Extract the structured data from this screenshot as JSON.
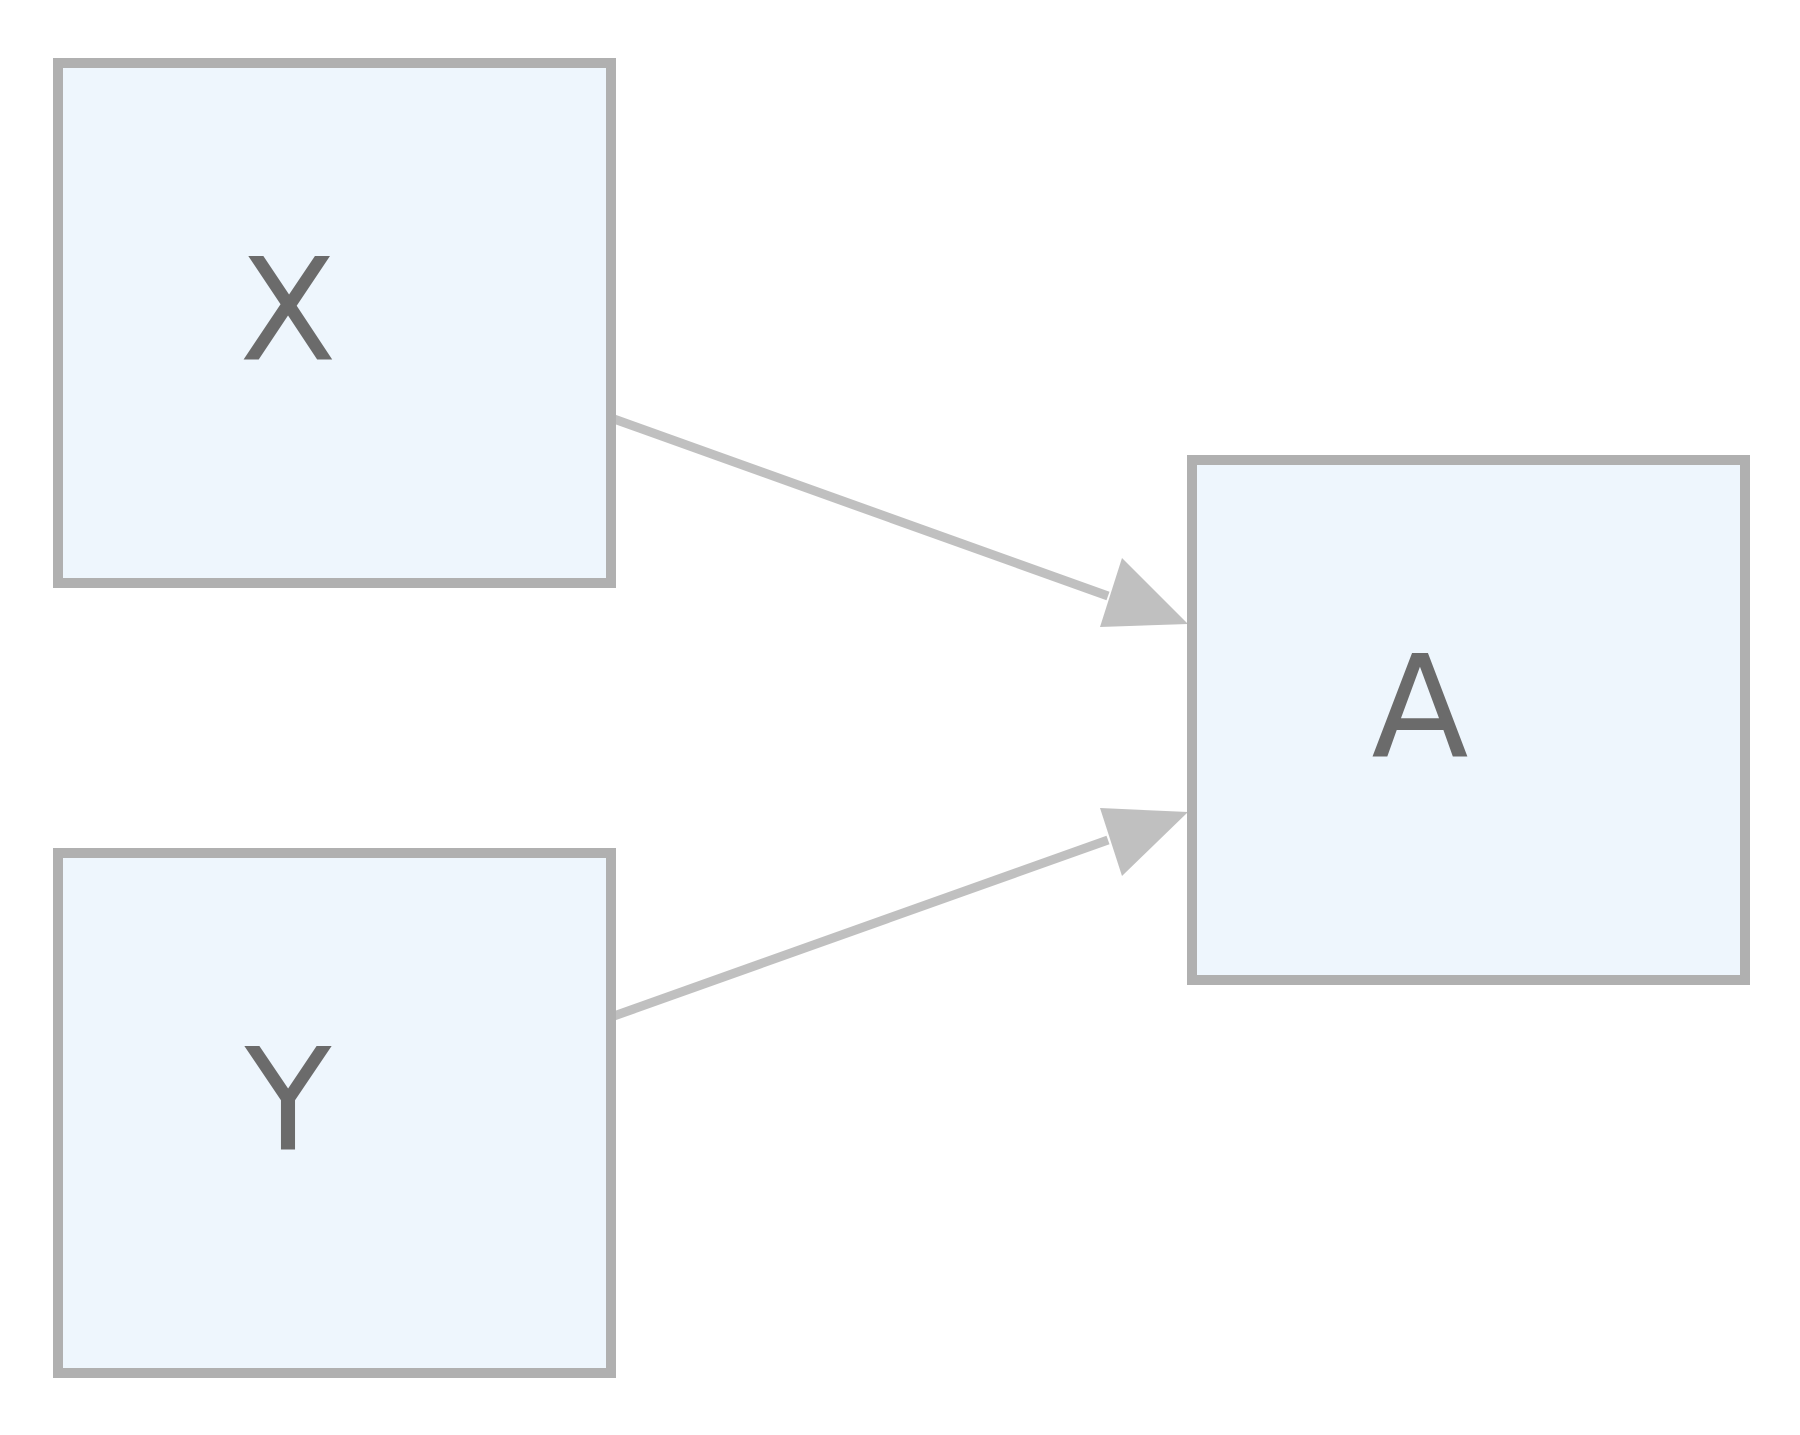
{
  "diagram": {
    "nodes": [
      {
        "id": "X",
        "label": "X"
      },
      {
        "id": "Y",
        "label": "Y"
      },
      {
        "id": "A",
        "label": "A"
      }
    ],
    "edges": [
      {
        "from": "X",
        "to": "A"
      },
      {
        "from": "Y",
        "to": "A"
      }
    ]
  },
  "colors": {
    "node_fill": "#eef6fd",
    "node_stroke": "#b0b0b0",
    "label_text": "#6b6b6b",
    "edge_stroke": "#c0c0c0"
  }
}
